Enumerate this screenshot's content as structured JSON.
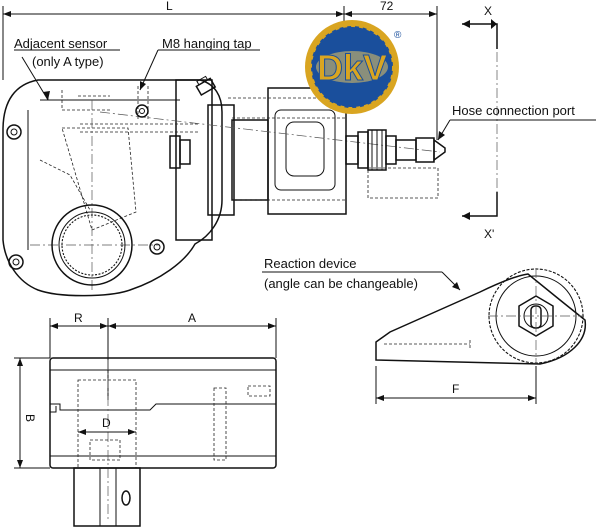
{
  "labels": {
    "adjacent_sensor": "Adjacent sensor",
    "only_a_type": "(only A type)",
    "m8_hanging_tap": "M8 hanging tap",
    "hose_connection_port": "Hose connection port",
    "reaction_device": "Reaction device",
    "angle_changeable": "(angle can be changeable)"
  },
  "dimensions": {
    "L": "L",
    "dim_72": "72",
    "X": "X",
    "X_prime": "X'",
    "R": "R",
    "A": "A",
    "B": "B",
    "D": "D",
    "F": "F"
  },
  "logo": {
    "text": "DkV",
    "mark": "®",
    "colors": {
      "blue": "#1a4f9c",
      "gold": "#d9a521"
    }
  }
}
